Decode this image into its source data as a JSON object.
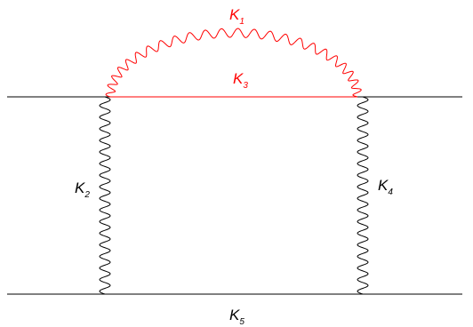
{
  "colors": {
    "black": "#000000",
    "red": "#ff0000"
  },
  "labels": {
    "k1": {
      "main": "K",
      "sub": "1"
    },
    "k2": {
      "main": "K",
      "sub": "2"
    },
    "k3": {
      "main": "K",
      "sub": "3"
    },
    "k4": {
      "main": "K",
      "sub": "4"
    },
    "k5": {
      "main": "K",
      "sub": "5"
    }
  }
}
